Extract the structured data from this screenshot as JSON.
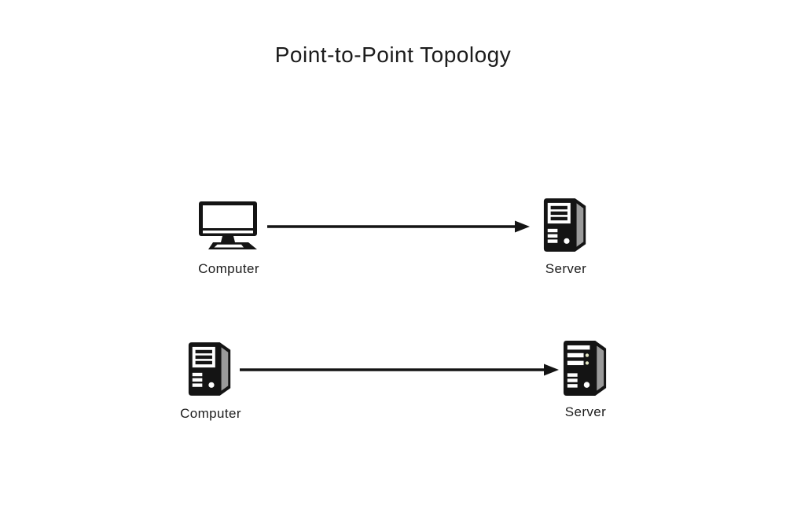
{
  "title": "Point-to-Point Topology",
  "colors": {
    "background": "#ffffff",
    "icon_body": "#141414",
    "icon_side_gray": "#9a9a9a",
    "icon_detail_white": "#ffffff",
    "led_dot": "#e3e6c4",
    "text": "#1c1c1c",
    "arrow": "#141414"
  },
  "nodes": [
    {
      "id": "computer-1",
      "label": "Computer",
      "icon": "desktop-monitor-icon",
      "row": 1
    },
    {
      "id": "server-1",
      "label": "Server",
      "icon": "server-tower-icon",
      "row": 1
    },
    {
      "id": "computer-2",
      "label": "Computer",
      "icon": "server-tower-icon",
      "row": 2
    },
    {
      "id": "server-2",
      "label": "Server",
      "icon": "server-tower-led-icon",
      "row": 2
    }
  ],
  "connections": [
    {
      "from": "computer-1",
      "to": "server-1",
      "style": "solid-arrow-right"
    },
    {
      "from": "computer-2",
      "to": "server-2",
      "style": "solid-arrow-right"
    }
  ]
}
